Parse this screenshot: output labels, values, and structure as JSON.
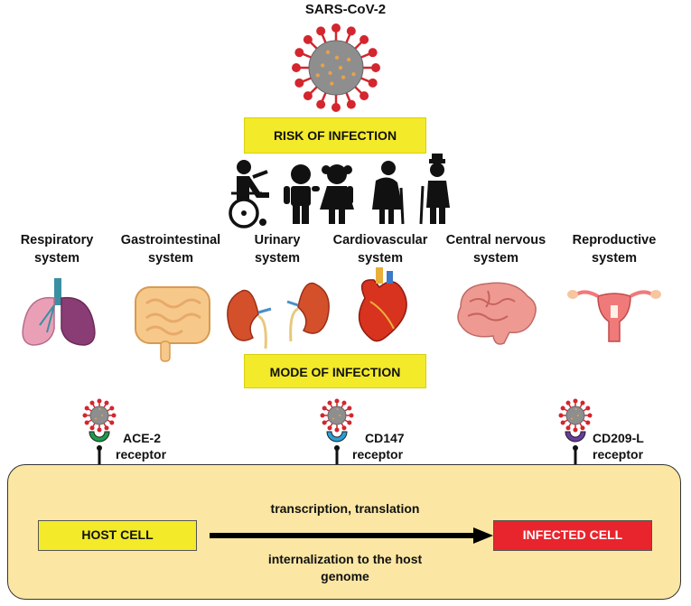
{
  "title": "SARS-CoV-2",
  "risk_label": "RISK OF INFECTION",
  "mode_label": "MODE OF INFECTION",
  "systems": [
    {
      "line1": "Respiratory",
      "line2": "system",
      "organ": "lungs-icon"
    },
    {
      "line1": "Gastrointestinal",
      "line2": "system",
      "organ": "intestines-icon"
    },
    {
      "line1": "Urinary",
      "line2": "system",
      "organ": "kidneys-icon"
    },
    {
      "line1": "Cardiovascular",
      "line2": "system",
      "organ": "heart-icon"
    },
    {
      "line1": "Central nervous",
      "line2": "system",
      "organ": "brain-icon"
    },
    {
      "line1": "Reproductive",
      "line2": "system",
      "organ": "uterus-icon"
    }
  ],
  "receptors": [
    {
      "line1": "ACE-2",
      "line2": "receptor",
      "color": "#1a9e4a"
    },
    {
      "line1": "CD147",
      "line2": "receptor",
      "color": "#2a9fd6"
    },
    {
      "line1": "CD209-L",
      "line2": "receptor",
      "color": "#6a3aa0"
    }
  ],
  "host_cell_label": "HOST CELL",
  "infected_cell_label": "INFECTED CELL",
  "arrow_top_text": "transcription, translation",
  "arrow_bottom_text_1": "internalization to the host",
  "arrow_bottom_text_2": "genome",
  "colors": {
    "yellow": "#f3ea2a",
    "red": "#e8242d",
    "cell": "#fbe7a3",
    "virus_spike": "#d3262e"
  }
}
